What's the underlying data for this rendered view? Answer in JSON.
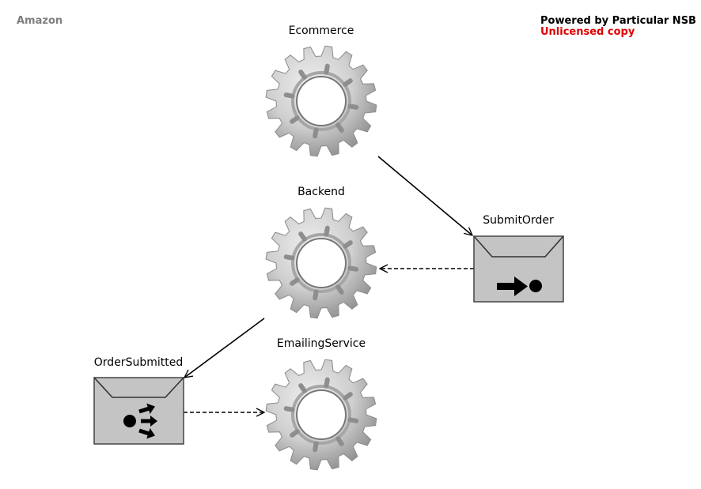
{
  "diagram": {
    "title": "Amazon",
    "powered_by": "Powered by Particular NSB",
    "license_notice": "Unlicensed copy",
    "endpoints": [
      {
        "id": "ecommerce",
        "label": "Ecommerce"
      },
      {
        "id": "backend",
        "label": "Backend"
      },
      {
        "id": "emailing",
        "label": "EmailingService"
      }
    ],
    "messages": [
      {
        "id": "submit-order",
        "label": "SubmitOrder",
        "kind": "command"
      },
      {
        "id": "order-submitted",
        "label": "OrderSubmitted",
        "kind": "event"
      }
    ]
  },
  "colors": {
    "title": "#7f7f7f",
    "powered": "#000000",
    "license": "#e00000",
    "gear": "#c8c8c8",
    "gear_edge": "#9a9a9a",
    "envelope": "#c4c4c4",
    "line": "#000000"
  }
}
